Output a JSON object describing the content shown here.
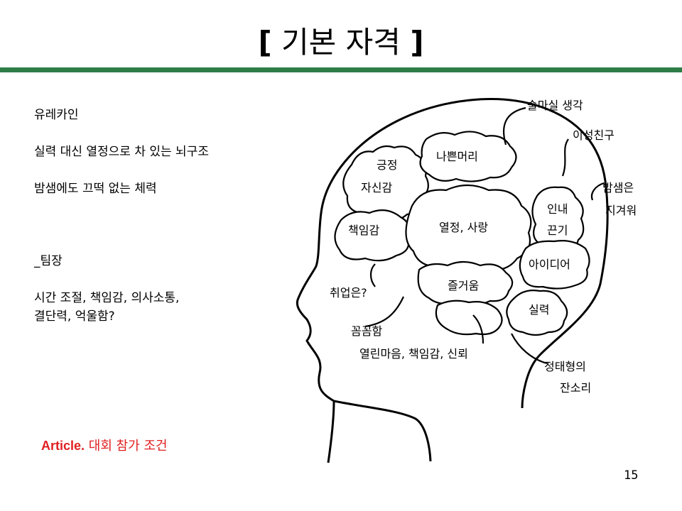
{
  "slide": {
    "title_open": "[",
    "title_text": "기본 자격",
    "title_close": "]",
    "page_number": "15",
    "accent_color": "#2e7d46"
  },
  "left_text": {
    "line1": "유레카인",
    "line2": "실력 대신 열정으로 차 있는 뇌구조",
    "line3": "밤샘에도 끄떡 없는 체력",
    "line4": "_팀장",
    "line5": "시간 조절, 책임감, 의사소통,",
    "line6": "결단력, 억울함?"
  },
  "article": {
    "label": "Article.",
    "text": "대회 참가 조건",
    "color": "#e02020"
  },
  "brain": {
    "regions": {
      "positive": [
        "긍정",
        "자신감"
      ],
      "bad_head": "나쁜머리",
      "responsibility": "책임감",
      "passion": "열정, 사랑",
      "patience": [
        "인내",
        "끈기"
      ],
      "idea": "아이디어",
      "fun": "즐거움",
      "skill": "실력"
    },
    "callouts": {
      "drinking": "술마실 생각",
      "girlfriend": "이성친구",
      "all_nighter": [
        "밤샘은",
        "지겨워"
      ],
      "employment": "취업은?",
      "thorough": "꼼꼼함",
      "open_mind": "열린마음, 책임감, 신뢰",
      "nagging": [
        "정태형의",
        "잔소리"
      ]
    }
  }
}
